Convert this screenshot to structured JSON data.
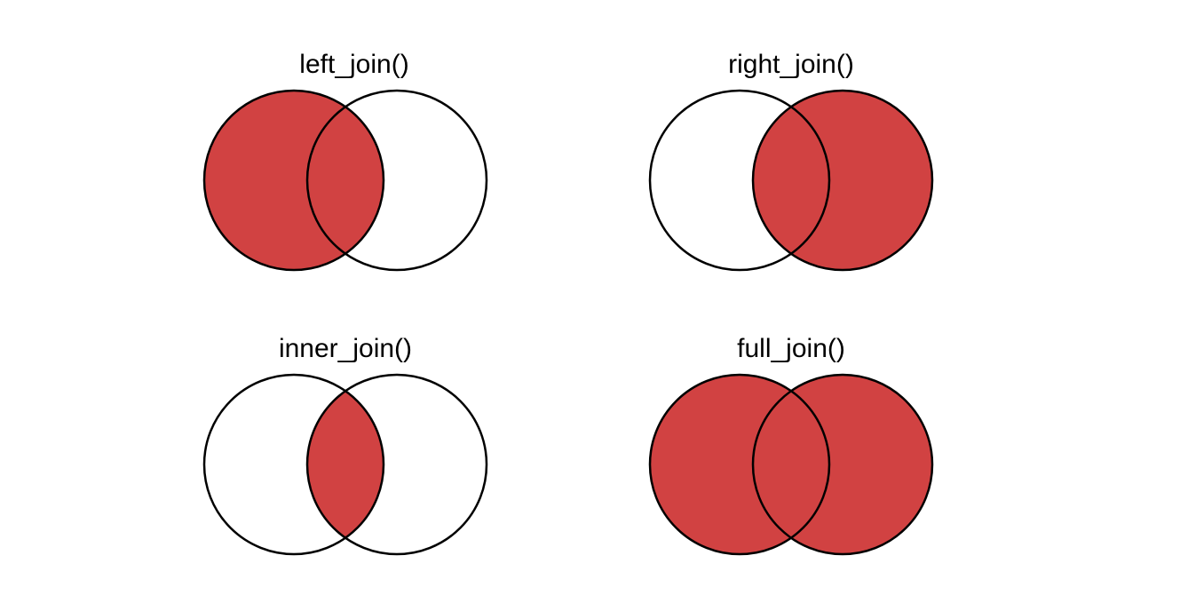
{
  "colors": {
    "fill": "#d14242",
    "stroke": "#000000",
    "background": "#ffffff"
  },
  "panels": [
    {
      "title": "left_join()",
      "shaded": "left"
    },
    {
      "title": "right_join()",
      "shaded": "right"
    },
    {
      "title": "inner_join()",
      "shaded": "intersection"
    },
    {
      "title": "full_join()",
      "shaded": "union"
    }
  ]
}
